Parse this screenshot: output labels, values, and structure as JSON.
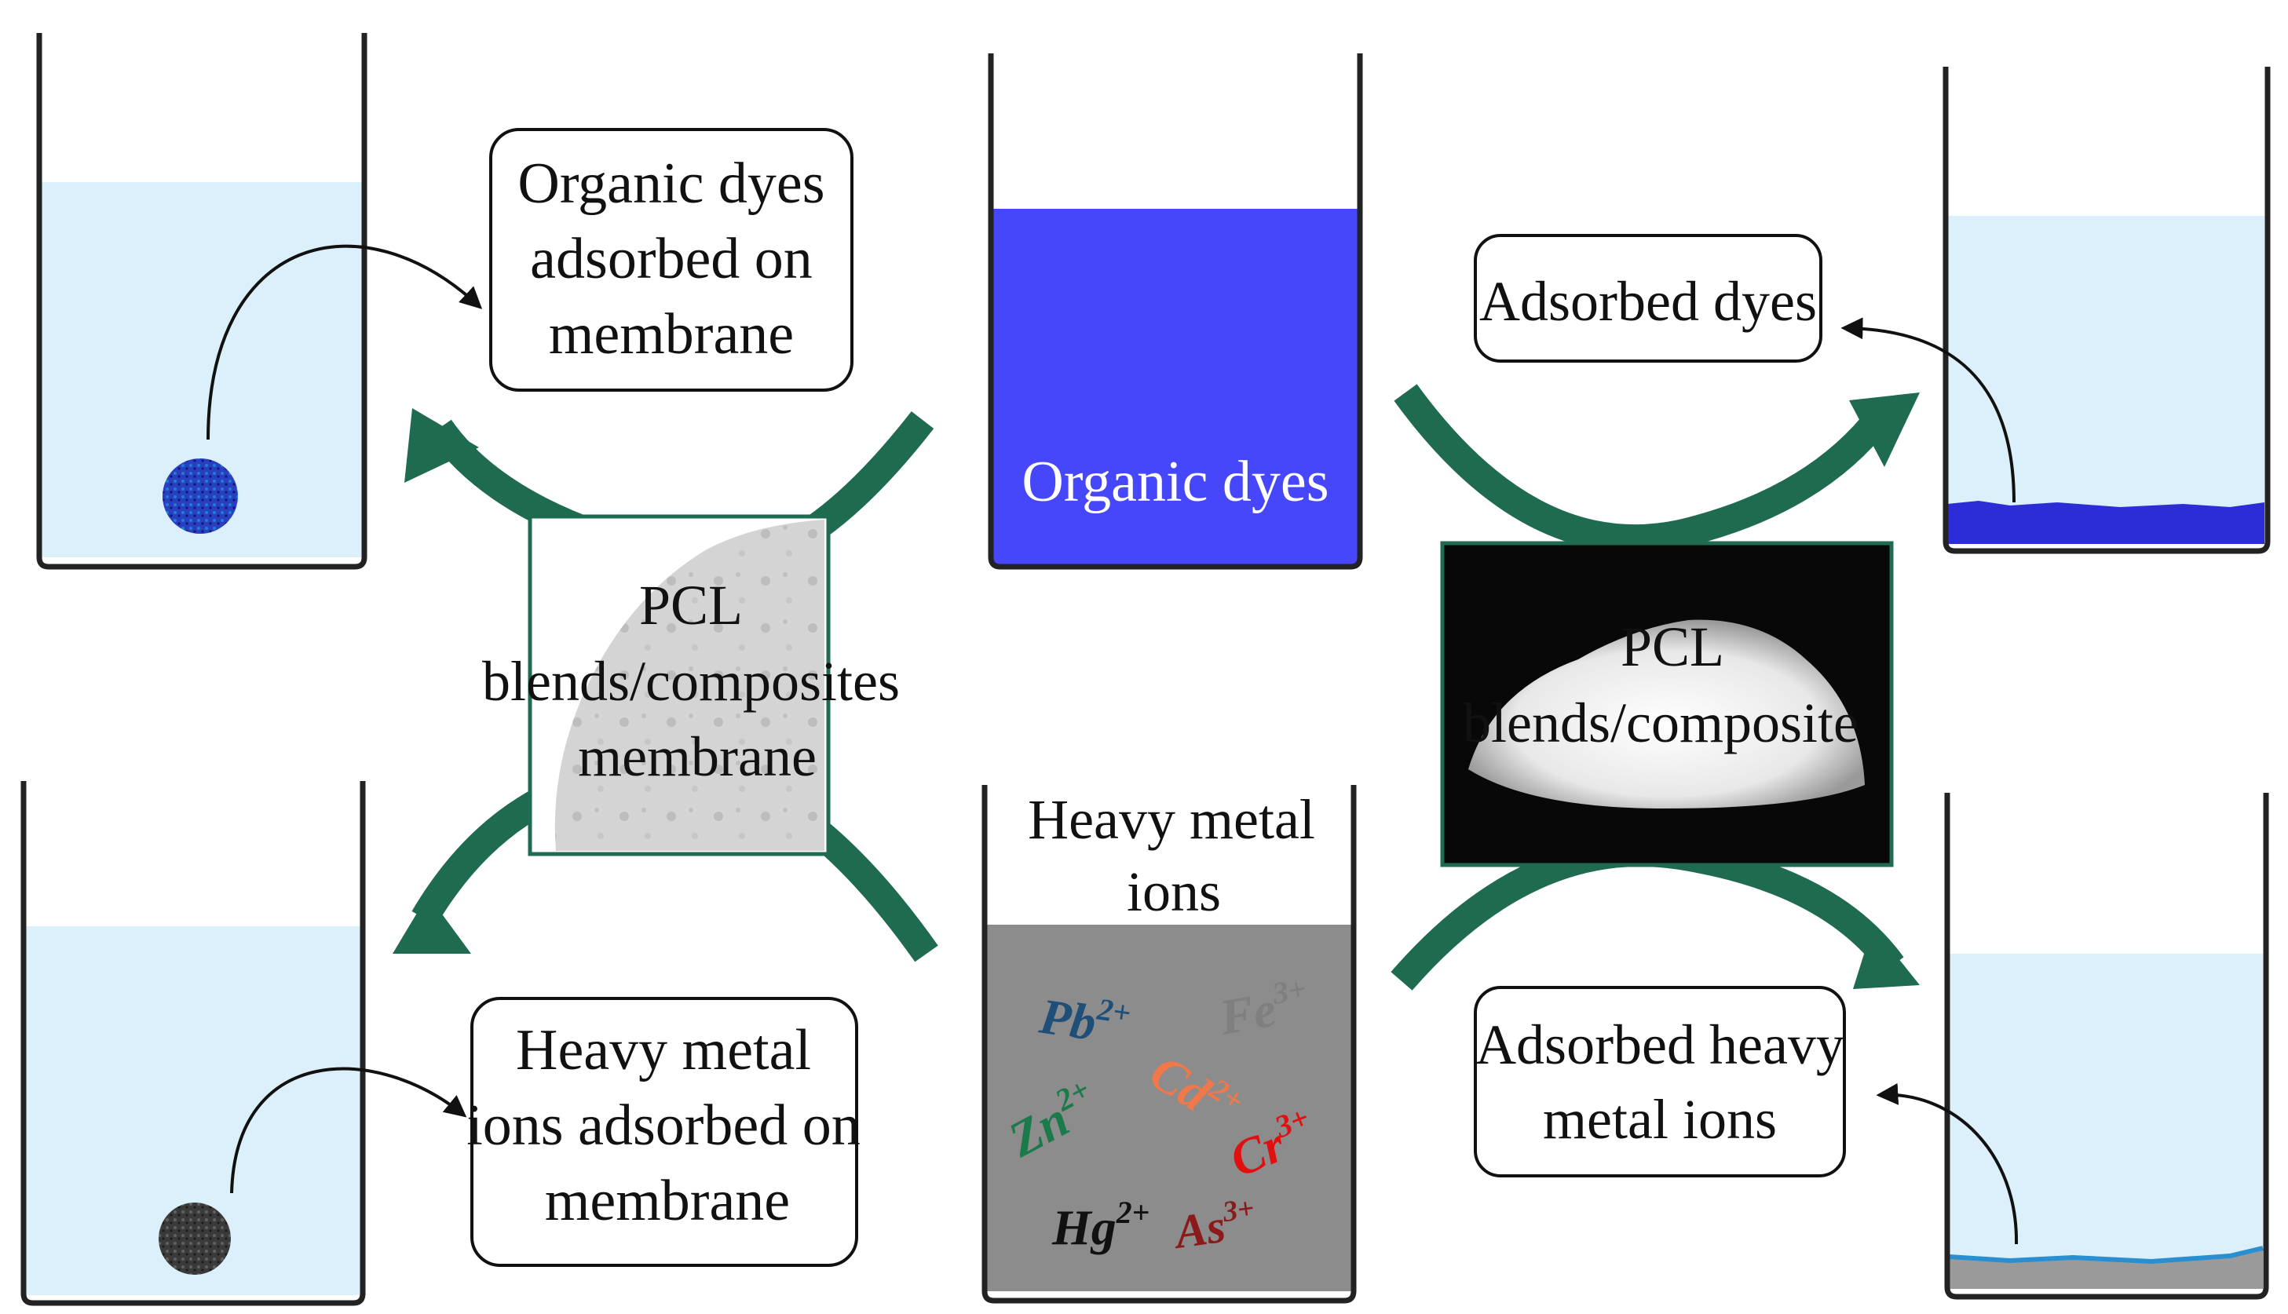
{
  "labels": {
    "dyes_on_membrane": [
      "Organic dyes",
      "adsorbed on",
      "membrane"
    ],
    "metals_on_membrane": [
      "Heavy metal",
      "ions adsorbed on",
      "membrane"
    ],
    "adsorbed_dyes": "Adsorbed dyes",
    "adsorbed_metals": [
      "Adsorbed heavy",
      "metal ions"
    ],
    "organic_dyes": "Organic dyes",
    "heavy_metal_ions": [
      "Heavy metal",
      "ions"
    ],
    "pcl_membrane": [
      "PCL",
      "blends/composites",
      "membrane"
    ],
    "pcl_powder": [
      "PCL",
      "blends/composite"
    ]
  },
  "ions": [
    {
      "base": "Pb",
      "sup": "2+",
      "color": "#1f4e79"
    },
    {
      "base": "Fe",
      "sup": "3+",
      "color": "#7f7f7f"
    },
    {
      "base": "Zn",
      "sup": "2+",
      "color": "#1a7a4a"
    },
    {
      "base": "Cd",
      "sup": "2+",
      "color": "#f0784a"
    },
    {
      "base": "Cr",
      "sup": "3+",
      "color": "#e01010"
    },
    {
      "base": "Hg",
      "sup": "2+",
      "color": "#111111"
    },
    {
      "base": "As",
      "sup": "3+",
      "color": "#8b1a1a"
    }
  ],
  "colors": {
    "arrow": "#1e6b4f",
    "water": "#dcf0fb",
    "dye": "#4646fb",
    "metal_solution": "#8c8c8c",
    "beaker": "#222222"
  }
}
